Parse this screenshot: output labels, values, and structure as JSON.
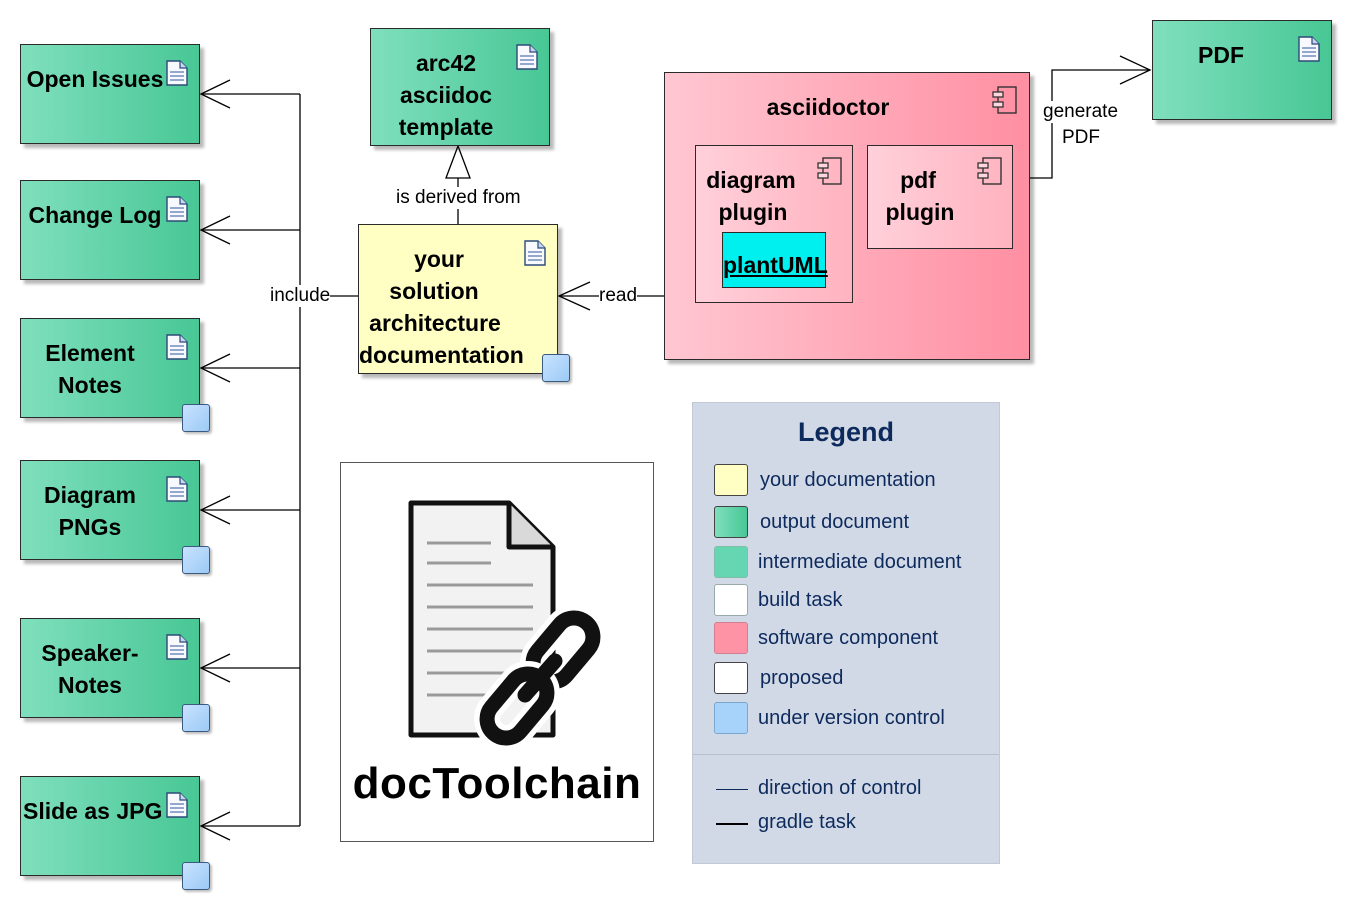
{
  "nodes": {
    "open_issues": "Open Issues",
    "change_log": "Change Log",
    "element_notes": [
      "Element",
      "Notes"
    ],
    "diagram_pngs": [
      "Diagram",
      "PNGs"
    ],
    "speaker_notes": [
      "Speaker-",
      "Notes"
    ],
    "slide_jpg": "Slide as JPG",
    "template": [
      "arc42",
      "asciidoc",
      "template"
    ],
    "solution_doc": [
      "your",
      "solution",
      "architecture",
      "documentation"
    ],
    "asciidoctor": "asciidoctor",
    "diagram_plugin": [
      "diagram",
      "plugin"
    ],
    "plantuml": "plantUML",
    "pdf_plugin": [
      "pdf",
      "plugin"
    ],
    "pdf": "PDF"
  },
  "connectors": {
    "include": "include",
    "derived": "is derived from",
    "read": "read",
    "generate": [
      "generate",
      "PDF"
    ]
  },
  "logo": {
    "title": "docToolchain"
  },
  "legend": {
    "title": "Legend",
    "items": [
      {
        "label": "your documentation",
        "color": "#ffffc4"
      },
      {
        "label": "output document",
        "color": "#5fd0a6"
      },
      {
        "label": "intermediate document",
        "color": "#66d6b2"
      },
      {
        "label": "build task",
        "color": "#ffffff"
      },
      {
        "label": "software component",
        "color": "#ff93a6"
      },
      {
        "label": "proposed",
        "color": "#ffffff"
      },
      {
        "label": "under version control",
        "color": "#a7d3fb"
      }
    ],
    "lines": [
      "direction of control",
      "gradle task"
    ]
  },
  "colors": {
    "document_green": "#4dc898",
    "documentation_yellow": "#ffffc4",
    "component_pink": "#ff8fa2",
    "plantuml_cyan": "#00f0f0",
    "version_control_blue": "#a7d3fb",
    "legend_background": "#d2d9e6",
    "legend_text": "#0d2a5c"
  }
}
